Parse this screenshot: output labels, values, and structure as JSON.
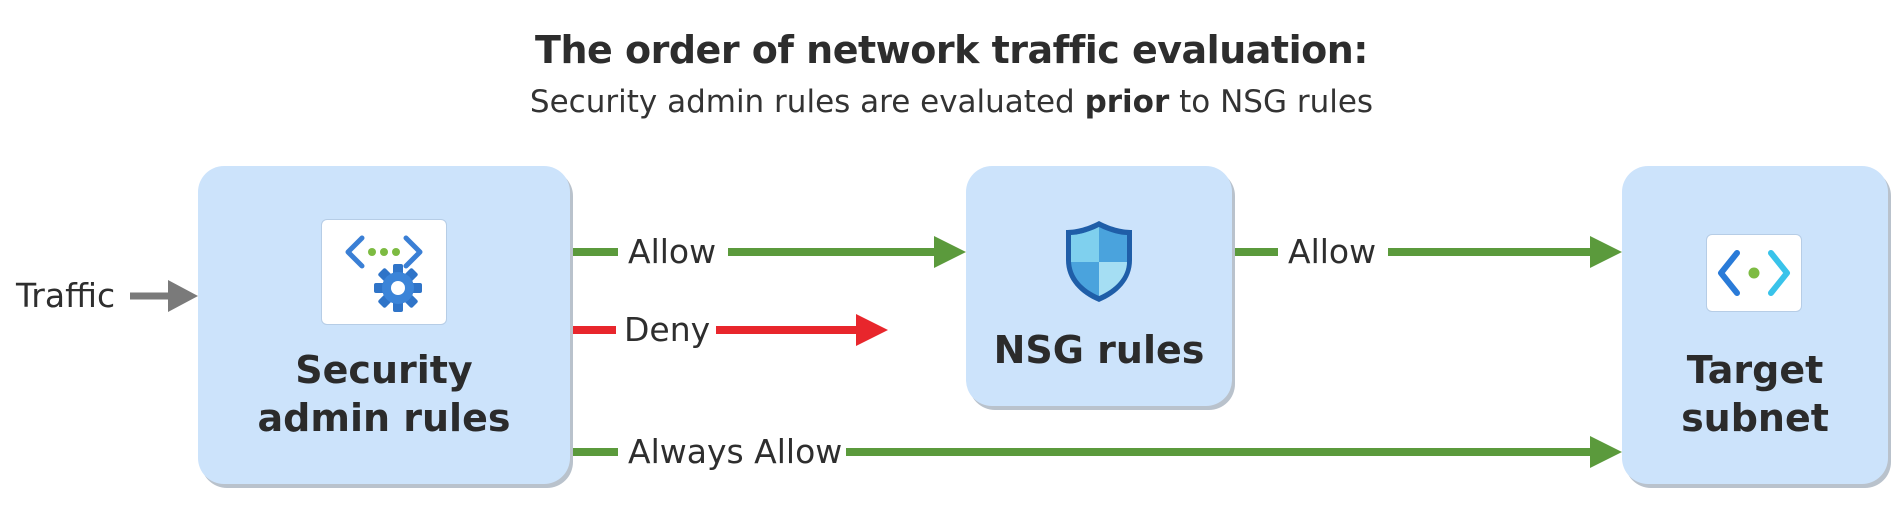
{
  "diagram": {
    "title": "The order of network traffic evaluation:",
    "subtitle": {
      "before": "Security admin rules are evaluated ",
      "emphasis": "prior",
      "after": " to NSG rules"
    },
    "input_label": "Traffic",
    "nodes": {
      "security_admin": {
        "line1": "Security",
        "line2": "admin rules",
        "icon": "network-gear-icon"
      },
      "nsg": {
        "label": "NSG rules",
        "icon": "shield-icon"
      },
      "target": {
        "line1": "Target",
        "line2": "subnet",
        "icon": "subnet-icon"
      }
    },
    "edges": {
      "allow_to_nsg": "Allow",
      "deny": "Deny",
      "nsg_allow": "Allow",
      "always_allow": "Always Allow"
    },
    "colors": {
      "node_fill": "#cce3fb",
      "allow_arrow": "#5b9a3c",
      "deny_arrow": "#e8262c",
      "input_arrow": "#7a7a7a"
    }
  }
}
